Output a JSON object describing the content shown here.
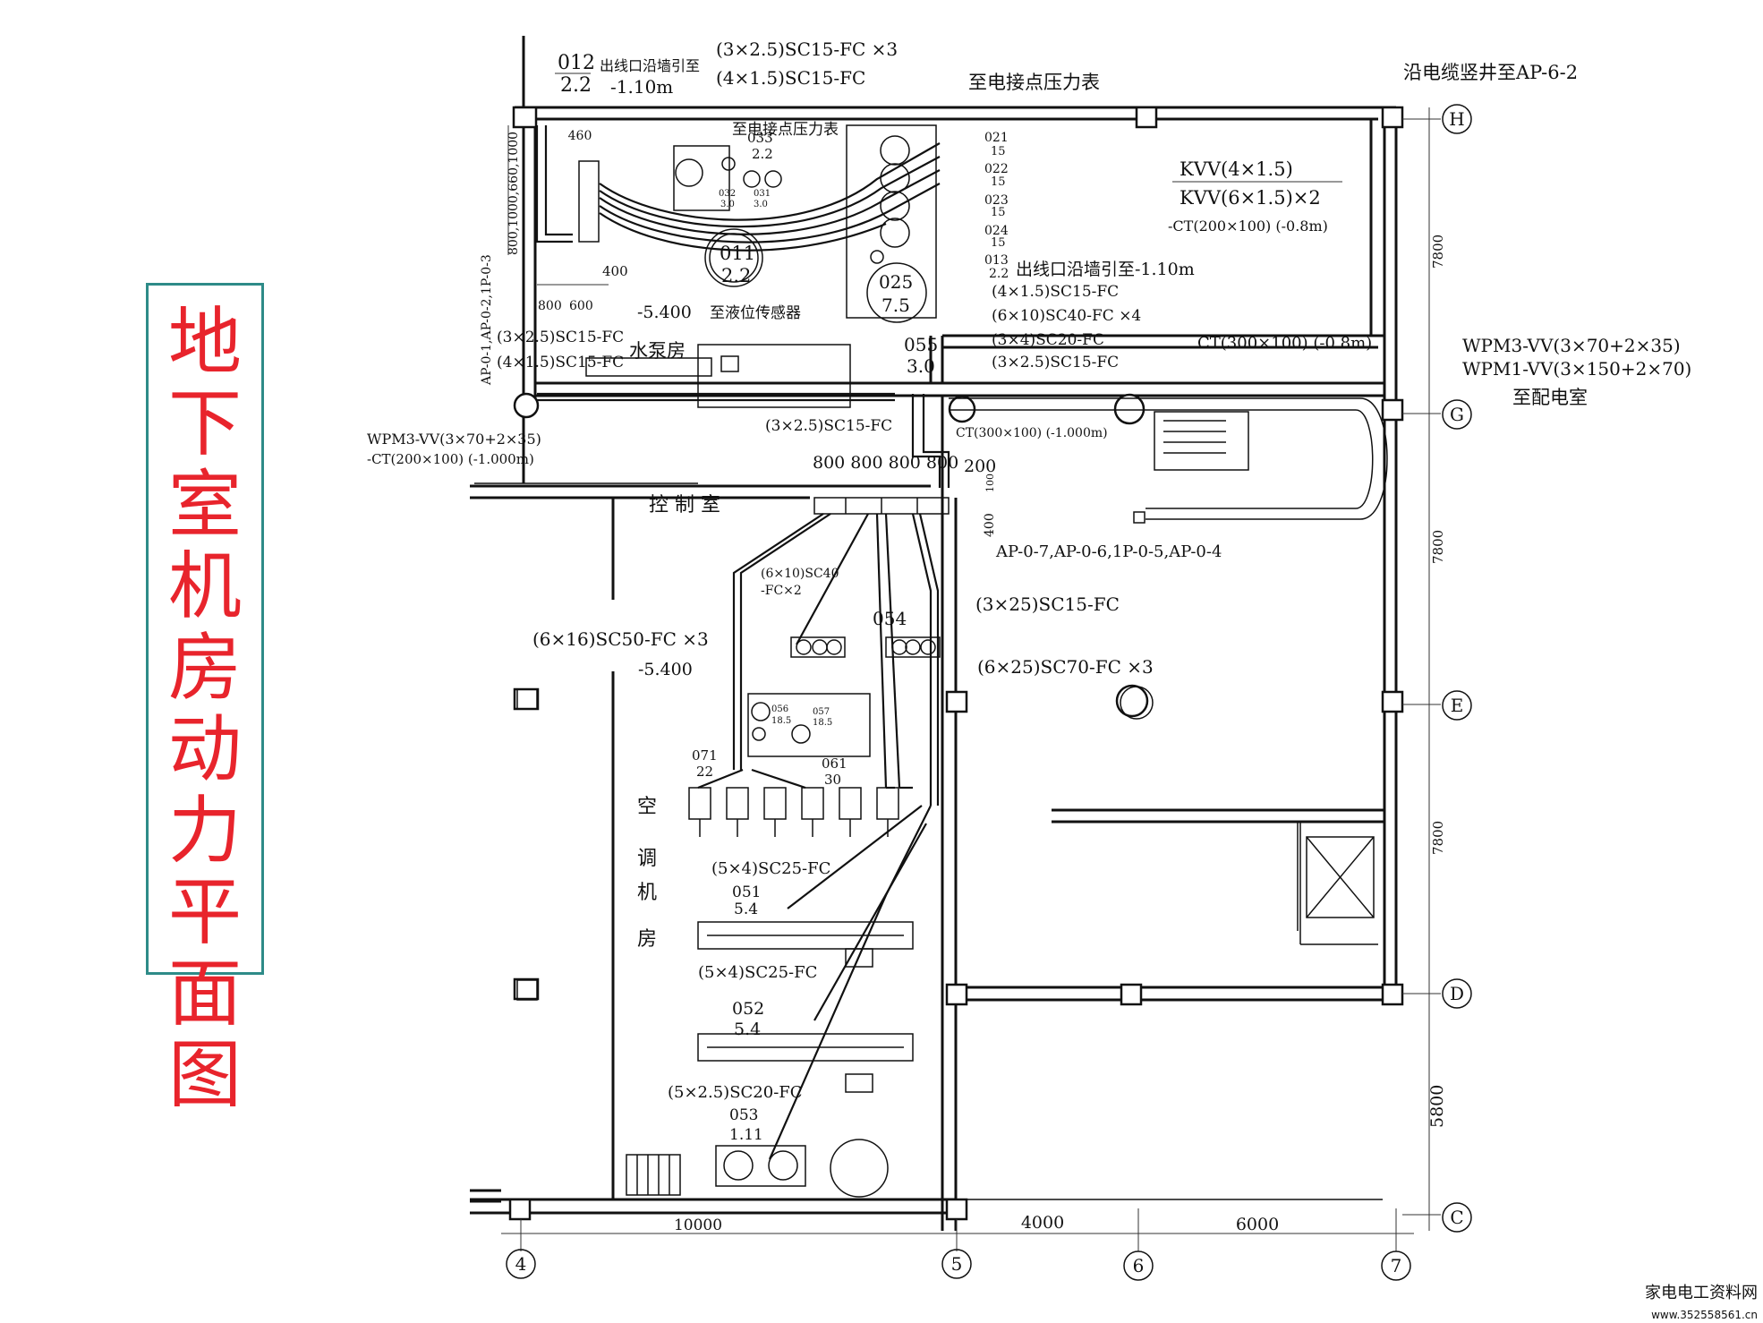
{
  "title": "地下室机房动力平面图",
  "grid_axes": {
    "h": "H",
    "g": "G",
    "e": "E",
    "d": "D",
    "c": "C",
    "n4": "4",
    "n5": "5",
    "n6": "6",
    "n7": "7"
  },
  "dimensions": {
    "bottom_10000": "10000",
    "bottom_4000": "4000",
    "bottom_6000": "6000",
    "right_7800_a": "7800",
    "right_7800_b": "7800",
    "right_7800_c": "7800",
    "right_5800": "5800",
    "left_vertical": "800,1000,660,1000",
    "d460": "460",
    "d400a": "400",
    "d400b": "400",
    "d800": "800",
    "d600": "600",
    "d200": "200",
    "d100": "100",
    "top_800s": "800 800 800 800"
  },
  "labels": {
    "n012": "012",
    "n012_val": "2.2",
    "outlet_wall_a": "出线口沿墙引至",
    "outlet_wall_a2": "-1.10m",
    "c_top1": "(3×2.5)SC15-FC ×3",
    "c_top2": "(4×1.5)SC15-FC",
    "to_gauge1": "至电接点压力表",
    "to_gauge2": "至电接点压力表",
    "cable_shaft": "沿电缆竖井至AP-6-2",
    "n033": "033",
    "n033_val": "2.2",
    "n032": "032",
    "n032_val": "3.0",
    "n031": "031",
    "n031_val": "3.0",
    "n021": "021",
    "n022": "022",
    "n023": "023",
    "n024": "024",
    "v15a": "15",
    "v15b": "15",
    "v15c": "15",
    "v15d": "15",
    "n013": "013",
    "n013_val": "2.2",
    "outlet_wall_b": "出线口沿墙引至-1.10m",
    "n011": "011",
    "n011_val": "2.2",
    "n025": "025",
    "n025_val": "7.5",
    "kvv1": "KVV(4×1.5)",
    "kvv2": "KVV(6×1.5)×2",
    "ct_a": "-CT(200×100) (-0.8m)",
    "c_mid1": "(4×1.5)SC15-FC",
    "c_mid2": "(6×10)SC40-FC ×4",
    "c_mid3": "(3×4)SC20-FC",
    "c_mid4": "(3×2.5)SC15-FC",
    "elev_a": "-5.400",
    "to_level": "至液位传感器",
    "n055": "055",
    "n055_val": "3.0",
    "ct_b": "CT(300×100) (-0.8m)",
    "wpm3": "WPM3-VV(3×70+2×35)",
    "wpm1": "WPM1-VV(3×150+2×70)",
    "to_dist": "至配电室",
    "c_left1": "(3×2.5)SC15-FC",
    "c_left2": "(4×1.5)SC15-FC",
    "pump_room": "水泵房",
    "ap_left": "AP-0-1,AP-0-2,1P-0-3",
    "wpm3_left": "WPM3-VV(3×70+2×35)",
    "ct_left": "-CT(200×100) (-1.000m)",
    "c_315": "(3×2.5)SC15-FC",
    "ct_c": "CT(300×100) (-1.000m)",
    "control_room": "控 制 室",
    "ap_mid": "AP-0-7,AP-0-6,1P-0-5,AP-0-4",
    "c_640a": "(6×10)SC40",
    "c_640b": "-FC×2",
    "n054": "054",
    "c_325": "(3×25)SC15-FC",
    "c_616": "(6×16)SC50-FC ×3",
    "c_625": "(6×25)SC70-FC ×3",
    "elev_b": "-5.400",
    "n056": "056",
    "n056_val": "18.5",
    "n057": "057",
    "n057_val": "18.5",
    "n071": "071",
    "n071_val": "22",
    "n061": "061",
    "n061_val": "30",
    "ac1": "空",
    "ac2": "调",
    "ac3": "机",
    "ac4": "房",
    "c_54a": "(5×4)SC25-FC",
    "n051": "051",
    "n051_val": "5.4",
    "c_54b": "(5×4)SC25-FC",
    "n052": "052",
    "n052_val": "5.4",
    "c_525": "(5×2.5)SC20-FC",
    "n053": "053",
    "n053_val": "1.11"
  },
  "watermark": "家电电工资料网",
  "watermark_url": "www.352558561.cn"
}
